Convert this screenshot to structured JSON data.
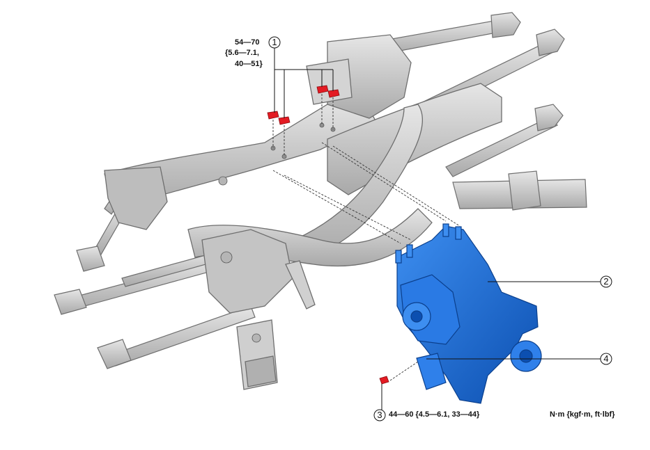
{
  "torque_1": {
    "number": "1",
    "line1": "54—70",
    "line2": "{5.6—7.1,",
    "line3": "40—51}"
  },
  "callout_2": {
    "number": "2"
  },
  "callout_4": {
    "number": "4"
  },
  "torque_3": {
    "number": "3",
    "text": "44—60 {4.5—6.1, 33—44}"
  },
  "units": "N·m {kgf·m, ft·lbf}",
  "colors": {
    "frame_gray": "#c8c8c8",
    "frame_edge": "#6e6e6e",
    "diff_blue": "#1f6fd6",
    "diff_edge": "#0b3f8c",
    "bolt_red": "#e31b23"
  }
}
